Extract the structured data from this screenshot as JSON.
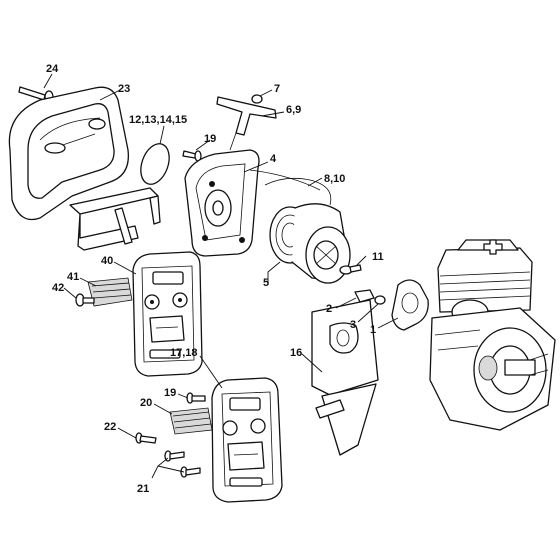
{
  "callouts": {
    "c24": "24",
    "c23": "23",
    "c12_15": "12,13,14,15",
    "c19a": "19",
    "c7": "7",
    "c6_9": "6,9",
    "c4": "4",
    "c8_10": "8,10",
    "c5": "5",
    "c11": "11",
    "c2": "2",
    "c3": "3",
    "c1": "1",
    "c40": "40",
    "c41": "41",
    "c42": "42",
    "c16": "16",
    "c17_18": "17,18",
    "c19b": "19",
    "c20": "20",
    "c22": "22",
    "c21": "21"
  }
}
